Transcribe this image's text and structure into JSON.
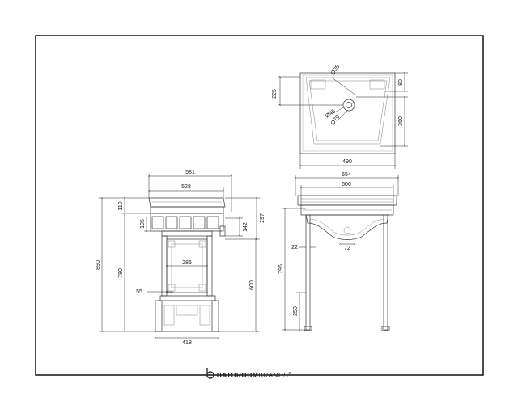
{
  "brand": {
    "name_bold": "BATHROOM",
    "name_light": "BRANDS",
    "mark": "®",
    "logo_icon": "b-monogram-icon"
  },
  "plan_view": {
    "dim_225": "225",
    "dim_80": "80",
    "dim_360": "360",
    "dim_490": "490",
    "dia_35": "Ø35",
    "dia_45": "Ø45",
    "dia_70": "Ø70"
  },
  "side_view": {
    "dim_581": "581",
    "dim_528": "528",
    "dim_110": "110",
    "dim_105": "105",
    "dim_297": "297",
    "dim_142": "142",
    "dim_890": "890",
    "dim_780": "780",
    "dim_285": "285",
    "dim_55": "55",
    "dim_600": "600",
    "dim_418": "418"
  },
  "front_view": {
    "dim_654": "654",
    "dim_600": "600",
    "dim_22": "22",
    "dim_72": "72",
    "dim_795": "795",
    "dim_250": "250"
  },
  "colors": {
    "line": "#333333",
    "frame": "#000000",
    "text": "#222222"
  }
}
